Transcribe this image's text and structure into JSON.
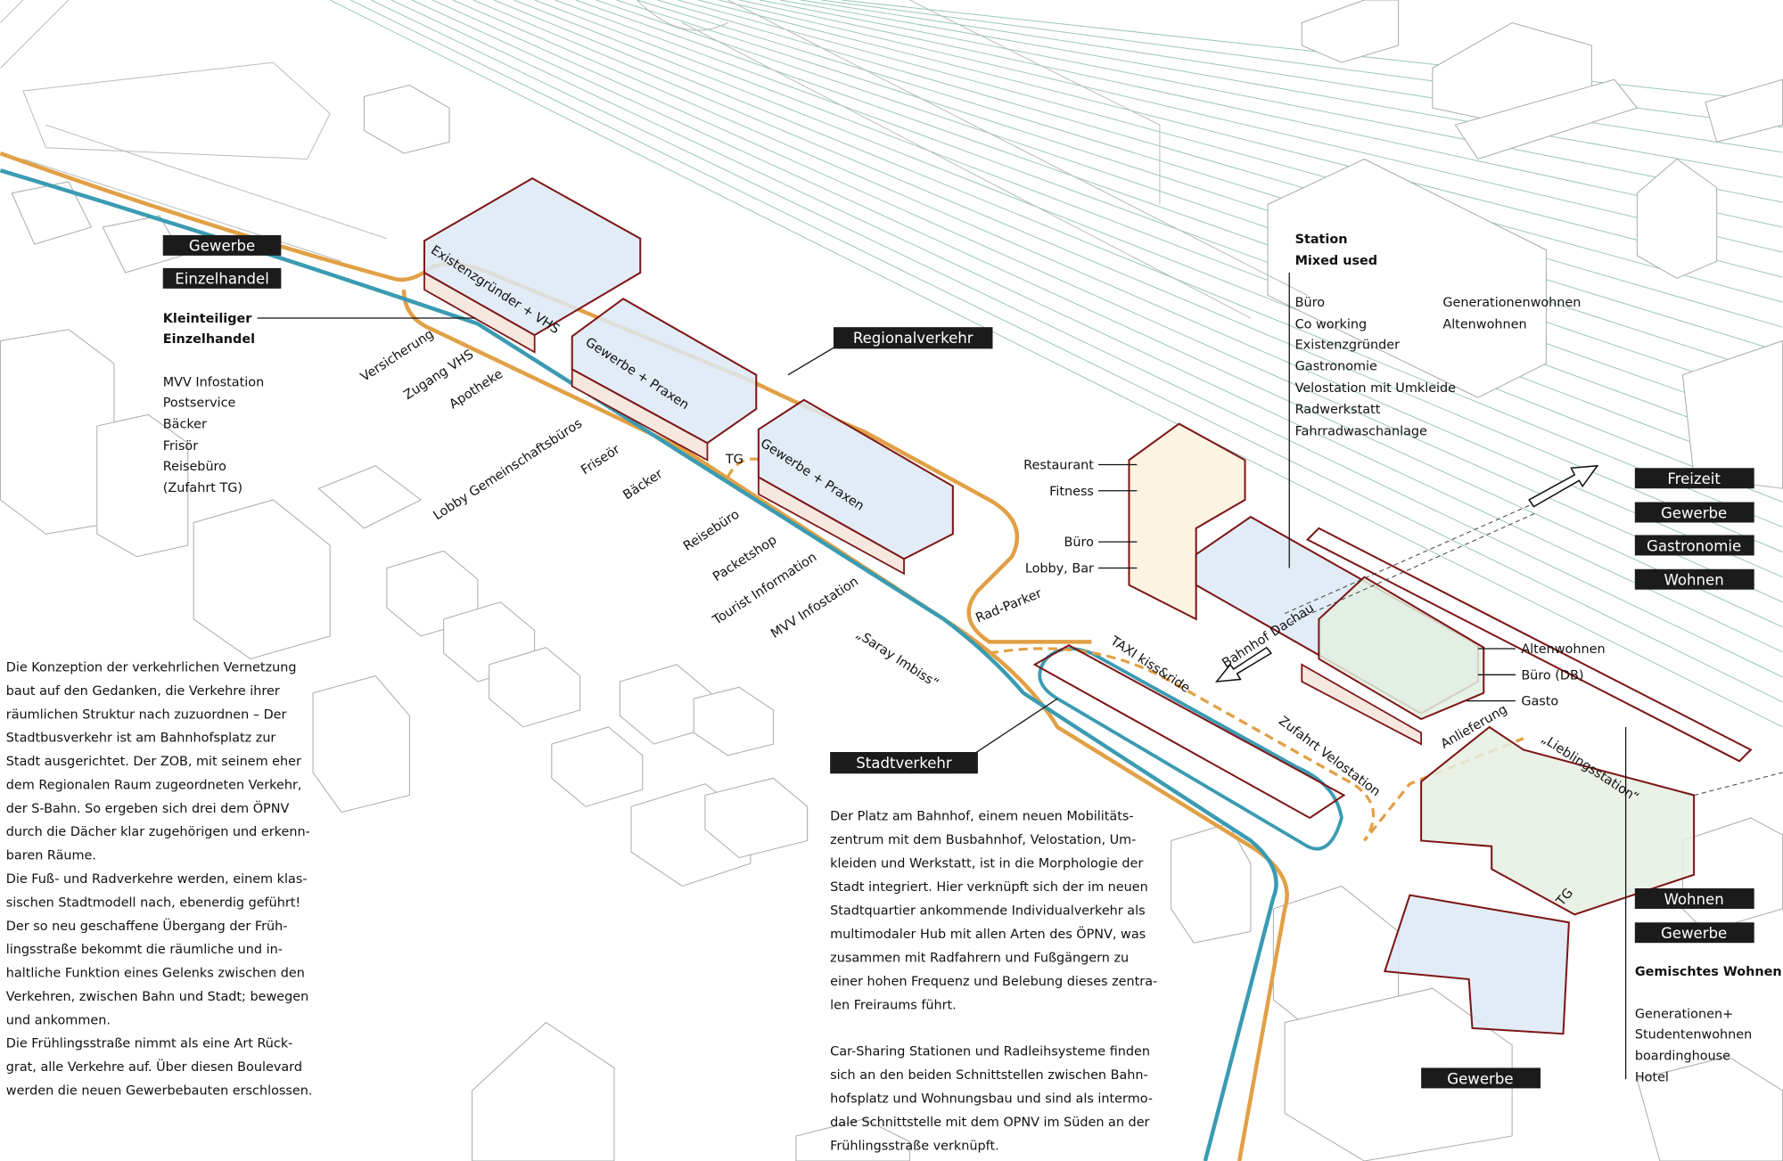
{
  "colors": {
    "route_orange": "#e1a045",
    "route_blue": "#3a9bb2",
    "building_outline": "#7d1616",
    "building_fill": "#dde9f4",
    "rail": "#9cc7bb",
    "tag_bg": "#1b1b1b"
  },
  "tags": {
    "gewerbe_left": "Gewerbe",
    "einzelhandel": "Einzelhandel",
    "regionalverkehr": "Regionalverkehr",
    "stadtverkehr": "Stadtverkehr",
    "freizeit": "Freizeit",
    "gewerbe_right": "Gewerbe",
    "gastronomie": "Gastronomie",
    "wohnen_right": "Wohnen",
    "wohnen_lower": "Wohnen",
    "gewerbe_lower": "Gewerbe",
    "gewerbe_bottom": "Gewerbe"
  },
  "left_program": {
    "title1": "Kleinteiliger",
    "title2": "Einzelhandel",
    "items": [
      "MVV Infostation",
      "Postservice",
      "Bäcker",
      "Frisör",
      "Reisebüro",
      "(Zufahrt TG)"
    ]
  },
  "station_program": {
    "title1": "Station",
    "title2": "Mixed used",
    "items": [
      "Büro",
      "Co working",
      "Existenzgründer",
      "Gastronomie",
      "Velostation mit Umkleide",
      "Radwerkstatt",
      "Fahrradwaschanlage"
    ],
    "items_right": [
      "Generationenwohnen",
      "Altenwohnen"
    ]
  },
  "station_floors": [
    "Restaurant",
    "Fitness",
    "Büro",
    "Lobby, Bar"
  ],
  "station_right_floors": [
    "Altenwohnen",
    "Büro (DB)",
    "Gasto"
  ],
  "housing_program": {
    "title": "Gemischtes Wohnen",
    "items": [
      "Generationen+",
      "Studentenwohnen",
      "boardinghouse",
      "Hotel"
    ]
  },
  "map_labels": {
    "existenz": "Existenzgründer + VHS",
    "praxen1": "Gewerbe + Praxen",
    "praxen2": "Gewerbe + Praxen",
    "versicherung": "Versicherung",
    "zugang_vhs": "Zugang VHS",
    "apotheke": "Apotheke",
    "lobby": "Lobby Gemeinschaftsbüros",
    "friseur": "Friseör",
    "baecker": "Bäcker",
    "reisebuero": "Reisebüro",
    "packetshop": "Packetshop",
    "tourist": "Tourist Information",
    "mvv": "MVV Infostation",
    "saray": "„Saray Imbiss“",
    "tg1": "TG",
    "radparker": "Rad-Parker",
    "taxi": "TAXI  kiss&ride",
    "bahnhof": "Bahnhof Dachau",
    "zufahrt": "Zufahrt Velostation",
    "anlieferung": "Anlieferung",
    "lieblings": "„Lieblingsstation“",
    "tg2": "TG"
  },
  "text_left": [
    "Die Konzeption der verkehrlichen Vernetzung",
    "baut auf den Gedanken, die Verkehre ihrer",
    "räumlichen Struktur nach zuzuordnen – Der",
    "Stadtbusverkehr ist am Bahnhofsplatz zur",
    "Stadt ausgerichtet. Der ZOB, mit seinem eher",
    "dem Regionalen Raum zugeordneten Verkehr,",
    "der S-Bahn. So ergeben sich drei dem ÖPNV",
    "durch die Dächer klar zugehörigen und erkenn-",
    "baren Räume.",
    "Die Fuß- und Radverkehre werden, einem klas-",
    "sischen Stadtmodell nach, ebenerdig geführt!",
    "Der so neu geschaffene Übergang der Früh-",
    "lingsstraße bekommt die räumliche und in-",
    "haltliche Funktion eines Gelenks zwischen den",
    "Verkehren, zwischen Bahn und Stadt; bewegen",
    "und ankommen.",
    "Die Frühlingsstraße nimmt als eine Art Rück-",
    "grat, alle Verkehre auf.  Über diesen Boulevard",
    "werden die neuen Gewerbebauten erschlossen."
  ],
  "text_middle_1": [
    "Der Platz am Bahnhof, einem neuen Mobilitäts-",
    "zentrum mit dem Busbahnhof, Velostation, Um-",
    "kleiden und Werkstatt, ist in die Morphologie der",
    "Stadt integriert. Hier verknüpft sich der im neuen",
    "Stadtquartier ankommende Individualverkehr als",
    "multimodaler Hub mit allen Arten des ÖPNV, was",
    "zusammen mit Radfahrern und Fußgängern zu",
    "einer hohen Frequenz und Belebung dieses zentra-",
    "len Freiraums führt."
  ],
  "text_middle_2": [
    "Car-Sharing Stationen und Radleihsysteme finden",
    "sich an den beiden Schnittstellen zwischen Bahn-",
    "hofsplatz und Wohnungsbau und sind als intermo-",
    "dale Schnittstelle mit dem OPNV im Süden an der",
    "Frühlingsstraße verknüpft."
  ]
}
